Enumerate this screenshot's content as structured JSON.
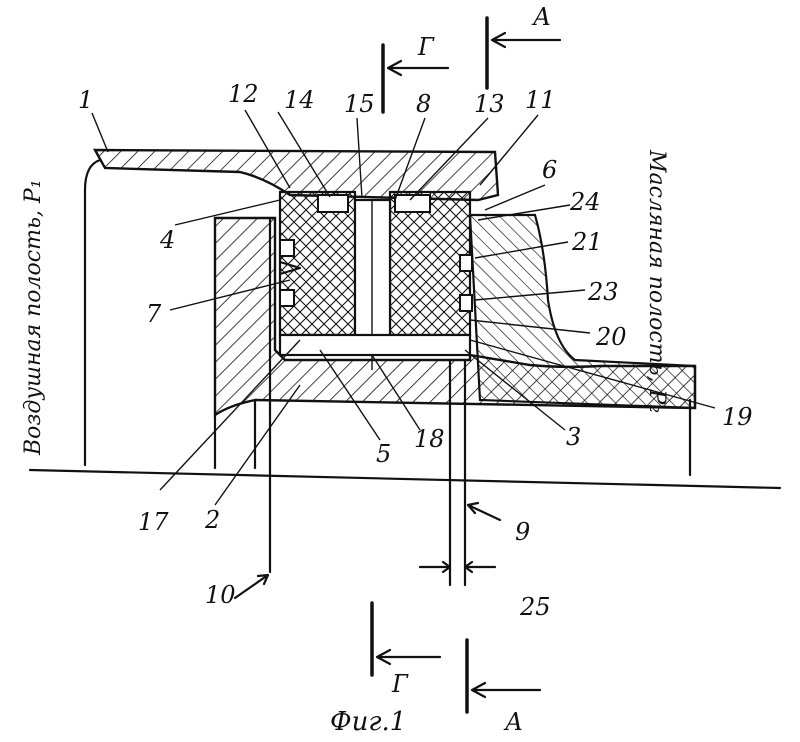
{
  "figure": {
    "caption": "Фиг.1",
    "left_region": "Воздушная полость, P₁",
    "right_region": "Масляная полость, P₂"
  },
  "section_marks": {
    "top_a": "А",
    "top_g": "Г",
    "bottom_a": "А",
    "bottom_g": "Г"
  },
  "part_labels": [
    "1",
    "12",
    "14",
    "15",
    "8",
    "13",
    "11",
    "6",
    "24",
    "21",
    "23",
    "20",
    "19",
    "3",
    "4",
    "7",
    "17",
    "2",
    "5",
    "18",
    "9",
    "10",
    "25"
  ]
}
